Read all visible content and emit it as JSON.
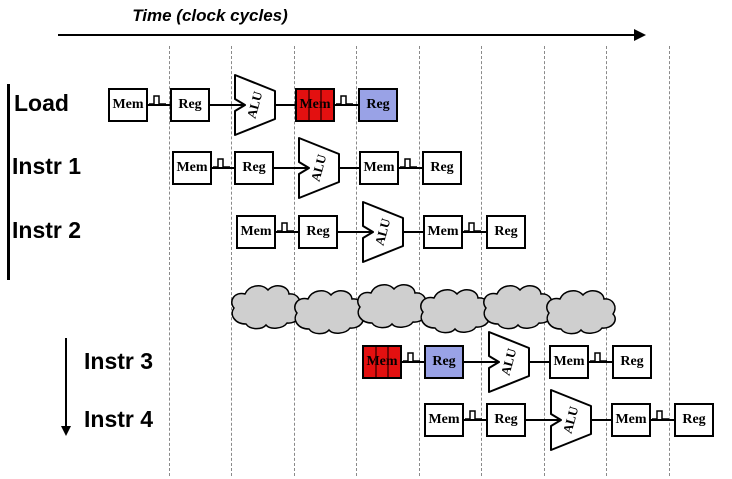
{
  "title": "Time (clock cycles)",
  "rows": [
    {
      "label": "Load",
      "stages": [
        "Mem",
        "Reg",
        "ALU",
        "Mem",
        "Reg"
      ]
    },
    {
      "label": "Instr 1",
      "stages": [
        "Mem",
        "Reg",
        "ALU",
        "Mem",
        "Reg"
      ]
    },
    {
      "label": "Instr 2",
      "stages": [
        "Mem",
        "Reg",
        "ALU",
        "Mem",
        "Reg"
      ]
    },
    {
      "label": "Instr 3",
      "stages": [
        "Mem",
        "Reg",
        "ALU",
        "Mem",
        "Reg"
      ]
    },
    {
      "label": "Instr 4",
      "stages": [
        "Mem",
        "Reg",
        "ALU",
        "Mem",
        "Reg"
      ]
    }
  ],
  "colors": {
    "stall_red": "#e31010",
    "stall_blue": "#99a2e6",
    "cloud_fill": "#cfcfcf"
  }
}
